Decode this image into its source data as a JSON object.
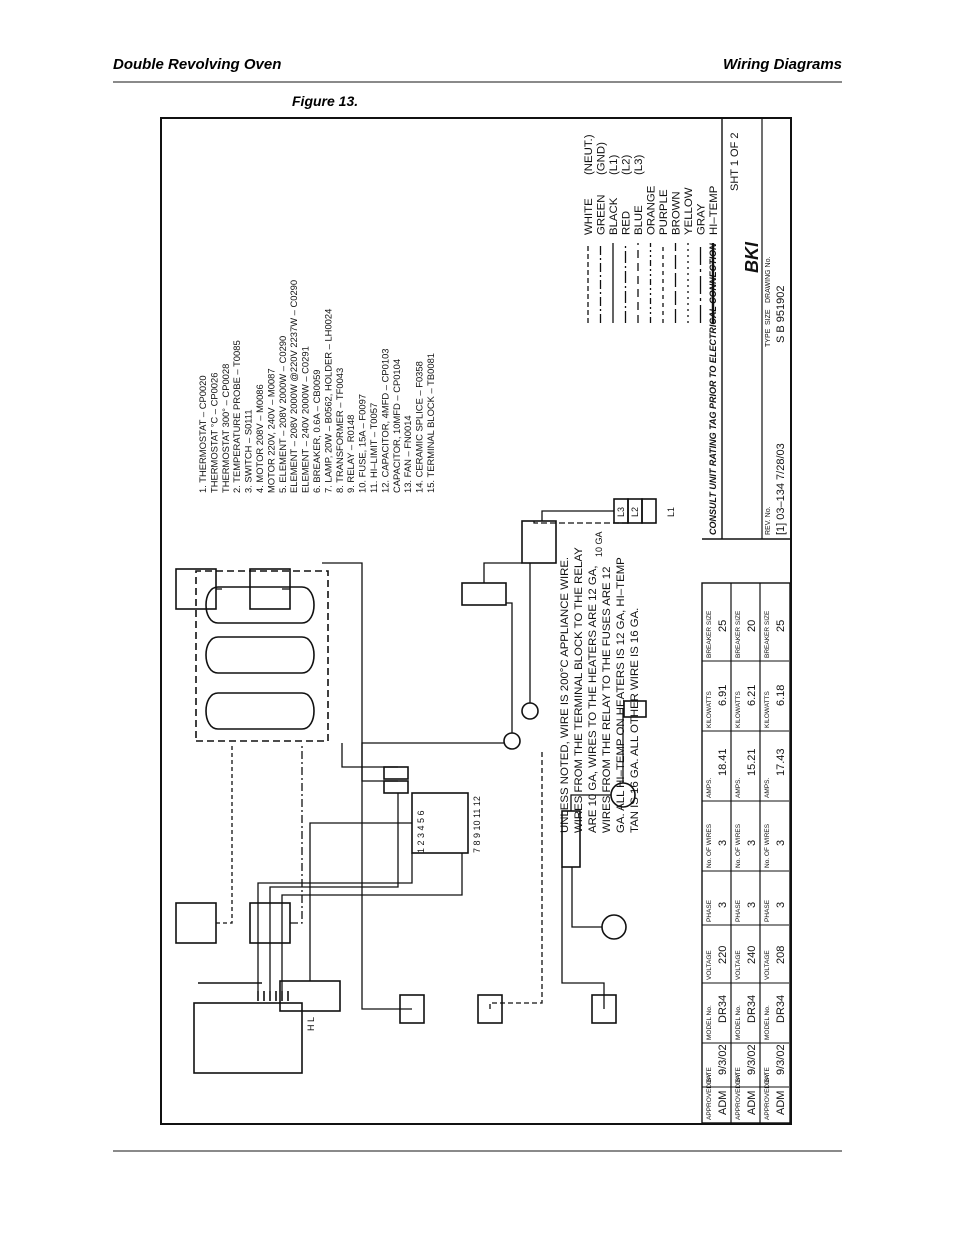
{
  "header": {
    "left": "Double Revolving Oven",
    "right": "Wiring Diagrams"
  },
  "figure": {
    "caption": "Figure 13."
  },
  "parts_list": [
    "1.  THERMOSTAT  – CP0020",
    "     THERMOSTAT °C  –  CP0026",
    "     THERMOSTAT 300°  –  CP0028",
    "2.  TEMPERATURE PROBE  – T0085",
    "3.  SWITCH – S0111",
    "4.  MOTOR  208V – M0086",
    "     MOTOR  220V, 240V – M0087",
    "5.  ELEMENT  –  208V  2000W – C0290",
    "     ELEMENT  –  208V  2000W  @220V  2237W  –  C0290",
    "     ELEMENT  –  240V  2000W  –  C0291",
    "6.  BREAKER, 0.6A – CB0059",
    "7.  LAMP, 20W – B0562, HOLDER – LH0024",
    "8.  TRANSFORMER  – TF0043",
    "9.  RELAY – R0148",
    "10. FUSE, 15A – F0097",
    "11. HI–LIMIT  – T0057",
    "12. CAPACITOR, 4MFD  –  CP0103",
    "     CAPACITOR, 10MFD  –  CP0104",
    "13. FAN  – FN0014",
    "14. CERAMIC SPLICE  –  F0358",
    "15. TERMINAL  BLOCK  –  TB0081"
  ],
  "note": [
    "UNLESS NOTED, WIRE IS 200°C APPLIANCE WIRE.",
    "WIRES FROM THE TERMINAL BLOCK TO THE RELAY",
    "ARE 10 GA, WIRES TO THE HEATERS ARE 12 GA,",
    "WIRES FROM THE RELAY TO THE FUSES ARE 12",
    "GA. ALL HI–TEMP ON HEATERS IS 12 GA, HI–TEMP",
    "TAN IS 16 GA. ALL OTHER WIRE IS 16 GA."
  ],
  "legend": [
    {
      "label": "WHITE",
      "extra": "(NEUT.)",
      "dash": "5,3"
    },
    {
      "label": "GREEN",
      "extra": "(GND)",
      "dash": "9,3,2,3"
    },
    {
      "label": "BLACK",
      "extra": "(L1)",
      "dash": ""
    },
    {
      "label": "RED",
      "extra": "(L2)",
      "dash": "12,3,2,3"
    },
    {
      "label": "BLUE",
      "extra": "(L3)",
      "dash": "8,5"
    },
    {
      "label": "ORANGE",
      "extra": "",
      "dash": "6,3,2,3,2,3"
    },
    {
      "label": "PURPLE",
      "extra": "",
      "dash": "4,4"
    },
    {
      "label": "BROWN",
      "extra": "",
      "dash": "14,4"
    },
    {
      "label": "YELLOW",
      "extra": "",
      "dash": "2,4"
    },
    {
      "label": "GRAY",
      "extra": "",
      "dash": "18,4,3,4"
    },
    {
      "label": "HI–TEMP",
      "extra": "",
      "dash": ""
    }
  ],
  "terminal_labels": {
    "l1": "L1",
    "l2": "L2",
    "l3": "L3",
    "gauge": "10 GA",
    "hl": "H L",
    "thermostat_terminals": "7 8 9 10 11 12",
    "transformer_terminals": "1 2 3 4 5 6"
  },
  "spec_headers": {
    "approved": "APPROVED BY",
    "date": "DATE",
    "model": "MODEL No.",
    "voltage": "VOLTAGE",
    "phase": "PHASE",
    "wires": "No. OF WIRES",
    "amps": "AMPS.",
    "kw": "KILOWATTS",
    "breaker": "BREAKER SIZE"
  },
  "specs": [
    {
      "approved": "ADM",
      "date": "9/3/02",
      "model": "DR34",
      "voltage": "220",
      "phase": "3",
      "wires": "3",
      "amps": "18.41",
      "kw": "6.91",
      "breaker": "25"
    },
    {
      "approved": "ADM",
      "date": "9/3/02",
      "model": "DR34",
      "voltage": "240",
      "phase": "3",
      "wires": "3",
      "amps": "15.21",
      "kw": "6.21",
      "breaker": "20"
    },
    {
      "approved": "ADM",
      "date": "9/3/02",
      "model": "DR34",
      "voltage": "208",
      "phase": "3",
      "wires": "3",
      "amps": "17.43",
      "kw": "6.18",
      "breaker": "25"
    }
  ],
  "title_block": {
    "consult": "CONSULT UNIT RATING TAG PRIOR TO ELECTRICAL CONNECTION",
    "logo": "BKI",
    "sheet": "SHT  1  OF  2",
    "rev_label": "REV. No.",
    "rev_value": "[1]  03–134  7/28/03",
    "type_label": "TYPE",
    "size_label": "SIZE",
    "drawing_label": "DRAWING No.",
    "drawing_value": "S  B  951902"
  }
}
